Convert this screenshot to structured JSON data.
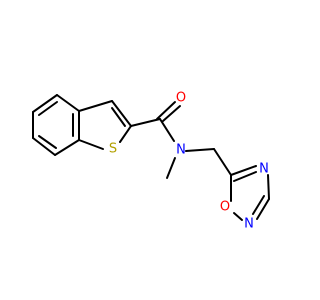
{
  "molecule": {
    "atoms": {
      "S": {
        "symbol": "S",
        "color": "#b2a000"
      },
      "O_carbonyl": {
        "symbol": "O",
        "color": "#ff0000"
      },
      "N_amide": {
        "symbol": "N",
        "color": "#0000ff"
      },
      "N_ring_top": {
        "symbol": "N",
        "color": "#0000ff"
      },
      "O_ring": {
        "symbol": "O",
        "color": "#ff0000"
      },
      "N_ring_bottom": {
        "symbol": "N",
        "color": "#0000ff"
      }
    },
    "bond_color": "#000000",
    "background": "#ffffff"
  }
}
